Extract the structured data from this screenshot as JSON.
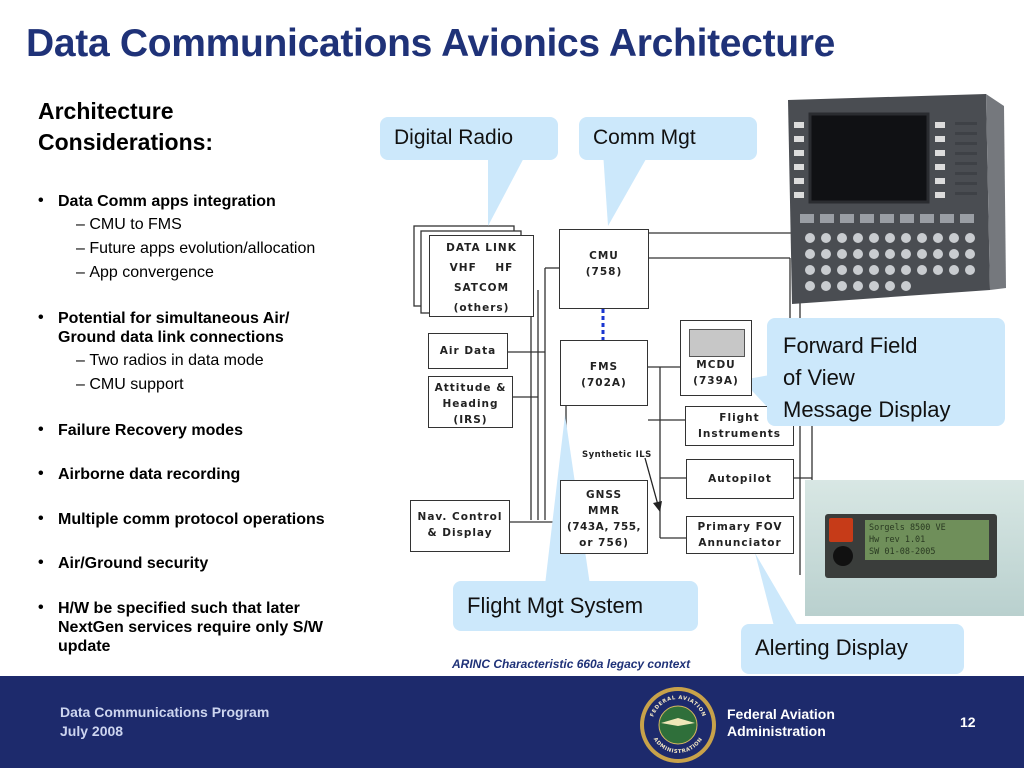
{
  "title": "Data Communications Avionics Architecture",
  "considerations": {
    "heading_line1": "Architecture",
    "heading_line2": "Considerations:",
    "bullets": [
      {
        "line1": "Data Comm apps integration",
        "subs": [
          "CMU to FMS",
          "Future apps evolution/allocation",
          "App convergence"
        ]
      },
      {
        "line1": "Potential for simultaneous Air/",
        "line2": "Ground data link connections",
        "subs": [
          "Two radios in data mode",
          "CMU support"
        ]
      },
      {
        "line1": "Failure Recovery modes"
      },
      {
        "line1": "Airborne data recording"
      },
      {
        "line1": "Multiple comm protocol operations"
      },
      {
        "line1": "Air/Ground security"
      },
      {
        "line1": "H/W be specified such that later",
        "line2": "NextGen services require only S/W",
        "line3": "update"
      }
    ],
    "bullet_char": "•",
    "sub_char": "–"
  },
  "callouts": {
    "digital_radio": "Digital Radio",
    "comm_mgt": "Comm Mgt",
    "forward_line1": "Forward Field",
    "forward_line2": "of View",
    "forward_line3": "Message Display",
    "flight_mgt": "Flight Mgt System",
    "alerting": "Alerting Display"
  },
  "diagram": {
    "data_link": [
      "DATA LINK",
      "VHF    HF",
      "SATCOM",
      "(others)"
    ],
    "cmu": [
      "CMU",
      "(758)"
    ],
    "air_data": "Air Data",
    "attitude": [
      "Attitude &",
      "Heading",
      "(IRS)"
    ],
    "fms": [
      "FMS",
      "(702A)"
    ],
    "mcdu": [
      "MCDU",
      "(739A)"
    ],
    "flight_instruments": [
      "Flight",
      "Instruments"
    ],
    "autopilot": "Autopilot",
    "synthetic_ils": "Synthetic ILS",
    "nav_control": [
      "Nav. Control",
      "& Display"
    ],
    "gnss": [
      "GNSS",
      "MMR",
      "(743A, 755,",
      "or 756)"
    ],
    "primary_fov": [
      "Primary FOV",
      "Annunciator"
    ]
  },
  "device": {
    "lcd_line1": "Sorgels 8500 VE",
    "lcd_line2": "Hw rev 1.01",
    "lcd_line3": "SW 01-08-2005"
  },
  "arinc_caption": "ARINC Characteristic 660a legacy context",
  "footer": {
    "program": "Data Communications Program",
    "date": "July 2008",
    "agency_line1": "Federal Aviation",
    "agency_line2": "Administration",
    "page": "12",
    "seal_top": "FEDERAL AVIATION",
    "seal_bottom": "ADMINISTRATION"
  },
  "colors": {
    "title": "#1f3278",
    "footer_bg": "#1d2a6c",
    "callout": "#cce8fb"
  }
}
